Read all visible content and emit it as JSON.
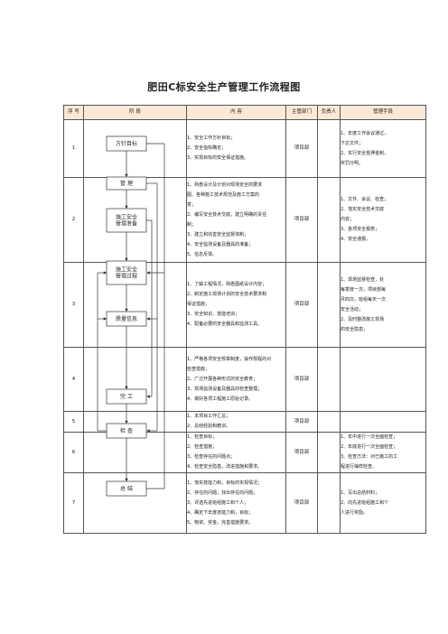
{
  "title": "肥田C标安全生产管理工作流程图",
  "headers": [
    "序 号",
    "阶 段",
    "内 容",
    "主管部门",
    "负责人",
    "管理手段"
  ],
  "flow_boxes": [
    "方针目标",
    "管 理",
    "施工安全管理准备",
    "施工安全管理过程",
    "质量信息",
    "完 工",
    "检 查",
    "总 结"
  ],
  "rows": [
    {
      "seq": "1",
      "content": [
        "1、安全工作方针目标；",
        "2、安全指标确定；",
        "3、实现目标的安全保证措施。"
      ],
      "dept": "项目部",
      "manage": [
        "1、年度工作会议通过，",
        "下达文件；",
        "2、实行安全抵押金制，",
        "奖罚分明。"
      ]
    },
    {
      "seq": "2",
      "content": [
        "1、熟悉设计及计划对现场安全的要求",
        "图、各种施工技术规范及施工方案的",
        "意；",
        "2、编写安全技术交底，建立明确的责任",
        "制；",
        "3、建立和完善安全监督体制；",
        "4、安全监测设备及器具的准备；",
        "5、信息反馈。"
      ],
      "dept": "项目部",
      "manage": [
        "1、文件、会议、检查；",
        "2、落实安全技术交底",
        "内容；",
        "3、各项安全报表；",
        "4、安全通报。"
      ]
    },
    {
      "seq": "3",
      "content": [
        "1、了解工程情况，熟悉图纸设计内容；",
        "2、制定施工现场计划的安全技术要求和",
        "保证措施；",
        "3、安全知识、技能培训；",
        "4、配备必要的安全器具和监测工具。"
      ],
      "dept": "项目部",
      "manage": [
        "1、现场监督检查，处",
        "每季度一次，项目部每",
        "月四次，班组每天一次",
        "安全活动；",
        "2、及时整改施工现场",
        "的安全隐患；"
      ]
    },
    {
      "seq": "4",
      "content": [
        "1、严格各项安全规章制度，操作规程的对",
        "检查措施；",
        "2、广泛开展各种形式的安全教育；",
        "3、现场监测设备及器具的检查整理；",
        "4、做好各项工程施工原始记录。"
      ],
      "dept": "项目部",
      "manage": []
    },
    {
      "seq": "5",
      "content": [
        "1、本项目工作汇总；",
        "2、总结经验和教训。"
      ],
      "dept": "项目部",
      "manage": []
    },
    {
      "seq": "6",
      "content": [
        "1、检查目标；",
        "2、检查措施；",
        "3、检查存在的问题点；",
        "4、检查安全隐患，改进措施和要求。"
      ],
      "dept": "项目部",
      "manage": [
        "1、年中进行一次全面检查；",
        "2、年底进行一次全面检查；",
        "3、检查方法：对已施工的工",
        "程进行抽样检查。"
      ]
    },
    {
      "seq": "7",
      "content": [
        "1、落实技能力和，目标的实现情况；",
        "2、存在的问题，找出存在的问题；",
        "3、评选先进班组施工和个人；",
        "4、确定下年度技能力和，目标；",
        "5、物资、奖金，完善措施要求。"
      ],
      "dept": "项目部",
      "manage": [
        "1、写出总结材料；",
        "2、向先进班组施工和个",
        "人进行奖励。"
      ]
    }
  ]
}
